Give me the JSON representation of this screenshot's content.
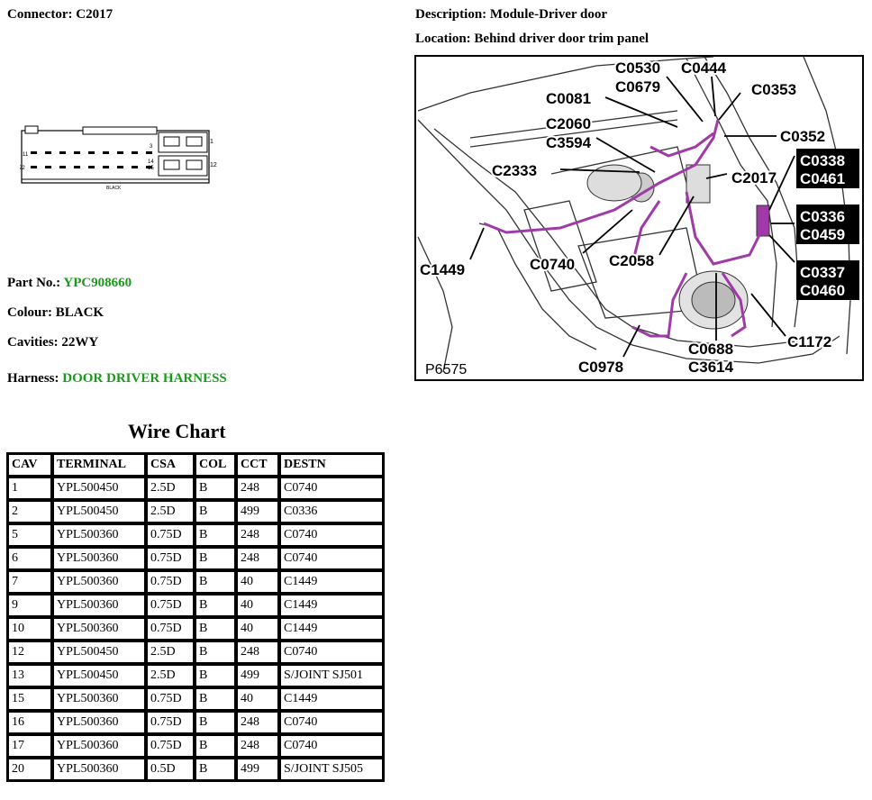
{
  "connector": {
    "label": "Connector:",
    "value": "C2017"
  },
  "description": {
    "label": "Description:",
    "value": "Module-Driver door"
  },
  "location": {
    "label": "Location:",
    "value": "Behind driver door trim panel"
  },
  "part_no": {
    "label": "Part No.:",
    "value": "YPC908660"
  },
  "colour": {
    "label": "Colour:",
    "value": "BLACK"
  },
  "cavities": {
    "label": "Cavities:",
    "value": "22WY"
  },
  "harness": {
    "label": "Harness:",
    "value": "DOOR DRIVER HARNESS"
  },
  "connector_drawing": {
    "pin_labels": [
      "1",
      "3",
      "11",
      "12",
      "14",
      "15",
      "22"
    ],
    "colour_text": "BLACK"
  },
  "figure": {
    "id": "P6575",
    "callouts": [
      "C0530",
      "C0679",
      "C0444",
      "C0081",
      "C0353",
      "C2060",
      "C3594",
      "C0352",
      "C2333",
      "C2017",
      "C1449",
      "C0740",
      "C2058",
      "C0978",
      "C0688",
      "C3614",
      "C1172"
    ],
    "boxed_callouts": [
      "C0338",
      "C0461",
      "C0336",
      "C0459",
      "C0337",
      "C0460"
    ],
    "colors": {
      "harness": "#a03aa8",
      "box": "#000000"
    }
  },
  "wire_chart": {
    "title": "Wire Chart",
    "columns": [
      "CAV",
      "TERMINAL",
      "CSA",
      "COL",
      "CCT",
      "DESTN"
    ],
    "rows": [
      [
        "1",
        "YPL500450",
        "2.5D",
        "B",
        "248",
        "C0740"
      ],
      [
        "2",
        "YPL500450",
        "2.5D",
        "B",
        "499",
        "C0336"
      ],
      [
        "5",
        "YPL500360",
        "0.75D",
        "B",
        "248",
        "C0740"
      ],
      [
        "6",
        "YPL500360",
        "0.75D",
        "B",
        "248",
        "C0740"
      ],
      [
        "7",
        "YPL500360",
        "0.75D",
        "B",
        "40",
        "C1449"
      ],
      [
        "9",
        "YPL500360",
        "0.75D",
        "B",
        "40",
        "C1449"
      ],
      [
        "10",
        "YPL500360",
        "0.75D",
        "B",
        "40",
        "C1449"
      ],
      [
        "12",
        "YPL500450",
        "2.5D",
        "B",
        "248",
        "C0740"
      ],
      [
        "13",
        "YPL500450",
        "2.5D",
        "B",
        "499",
        "S/JOINT SJ501"
      ],
      [
        "15",
        "YPL500360",
        "0.75D",
        "B",
        "40",
        "C1449"
      ],
      [
        "16",
        "YPL500360",
        "0.75D",
        "B",
        "248",
        "C0740"
      ],
      [
        "17",
        "YPL500360",
        "0.75D",
        "B",
        "248",
        "C0740"
      ],
      [
        "20",
        "YPL500360",
        "0.5D",
        "B",
        "499",
        "S/JOINT SJ505"
      ]
    ]
  }
}
